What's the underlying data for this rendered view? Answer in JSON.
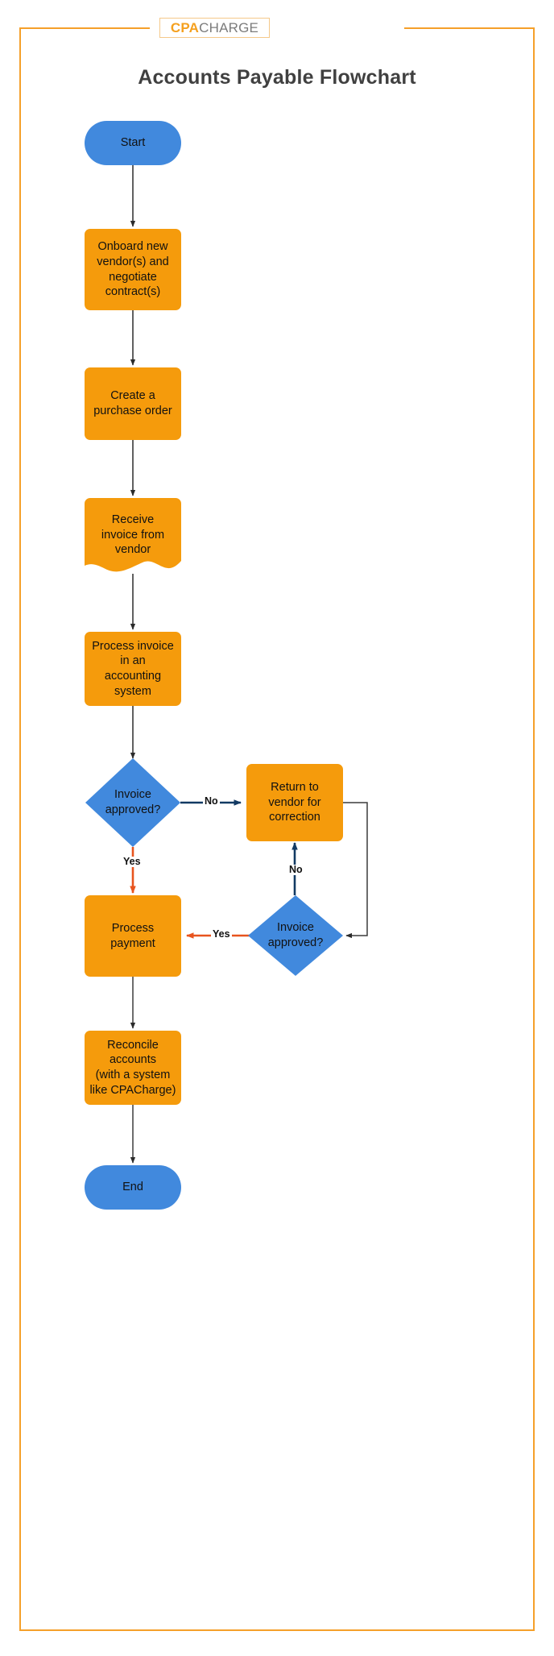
{
  "brand": {
    "logo_cpa": "CPA",
    "logo_charge": "CHARGE",
    "frame_color": "#F5A02A",
    "orange": "#F59B0C",
    "blue": "#4189DD",
    "arrow_default": "#2B2B2B",
    "arrow_no": "#123A63",
    "arrow_yes": "#E8541E"
  },
  "page_title": "Accounts Payable Flowchart",
  "chart_data": {
    "type": "diagram",
    "title": "Accounts Payable Flowchart",
    "nodes": [
      {
        "id": "start",
        "label": "Start",
        "shape": "terminator",
        "color": "#4189DD"
      },
      {
        "id": "onboard",
        "label": "Onboard new\nvendor(s) and\nnegotiate\ncontract(s)",
        "shape": "process",
        "color": "#F59B0C"
      },
      {
        "id": "po",
        "label": "Create a\npurchase order",
        "shape": "process",
        "color": "#F59B0C"
      },
      {
        "id": "receive",
        "label": "Receive\ninvoice from\nvendor",
        "shape": "document",
        "color": "#F59B0C"
      },
      {
        "id": "process_inv",
        "label": "Process invoice\nin an\naccounting\nsystem",
        "shape": "process",
        "color": "#F59B0C"
      },
      {
        "id": "approve1",
        "label": "Invoice\napproved?",
        "shape": "decision",
        "color": "#4189DD"
      },
      {
        "id": "return",
        "label": "Return to\nvendor for\ncorrection",
        "shape": "process",
        "color": "#F59B0C"
      },
      {
        "id": "approve2",
        "label": "Invoice\napproved?",
        "shape": "decision",
        "color": "#4189DD"
      },
      {
        "id": "pay",
        "label": "Process\npayment",
        "shape": "process",
        "color": "#F59B0C"
      },
      {
        "id": "reconcile",
        "label": "Reconcile\naccounts\n(with a system\nlike CPACharge)",
        "shape": "process",
        "color": "#F59B0C"
      },
      {
        "id": "end",
        "label": "End",
        "shape": "terminator",
        "color": "#4189DD"
      }
    ],
    "edges": [
      {
        "from": "start",
        "to": "onboard",
        "label": "",
        "color": "#2B2B2B"
      },
      {
        "from": "onboard",
        "to": "po",
        "label": "",
        "color": "#2B2B2B"
      },
      {
        "from": "po",
        "to": "receive",
        "label": "",
        "color": "#2B2B2B"
      },
      {
        "from": "receive",
        "to": "process_inv",
        "label": "",
        "color": "#2B2B2B"
      },
      {
        "from": "process_inv",
        "to": "approve1",
        "label": "",
        "color": "#2B2B2B"
      },
      {
        "from": "approve1",
        "to": "return",
        "label": "No",
        "color": "#123A63"
      },
      {
        "from": "approve1",
        "to": "pay",
        "label": "Yes",
        "color": "#E8541E"
      },
      {
        "from": "return",
        "to": "approve2",
        "label": "",
        "color": "#2B2B2B"
      },
      {
        "from": "approve2",
        "to": "return",
        "label": "No",
        "color": "#123A63"
      },
      {
        "from": "approve2",
        "to": "pay",
        "label": "Yes",
        "color": "#E8541E"
      },
      {
        "from": "pay",
        "to": "reconcile",
        "label": "",
        "color": "#2B2B2B"
      },
      {
        "from": "reconcile",
        "to": "end",
        "label": "",
        "color": "#2B2B2B"
      }
    ],
    "edge_labels": {
      "no_top": "No",
      "yes_left": "Yes",
      "no_right": "No",
      "yes_bottom": "Yes"
    }
  }
}
